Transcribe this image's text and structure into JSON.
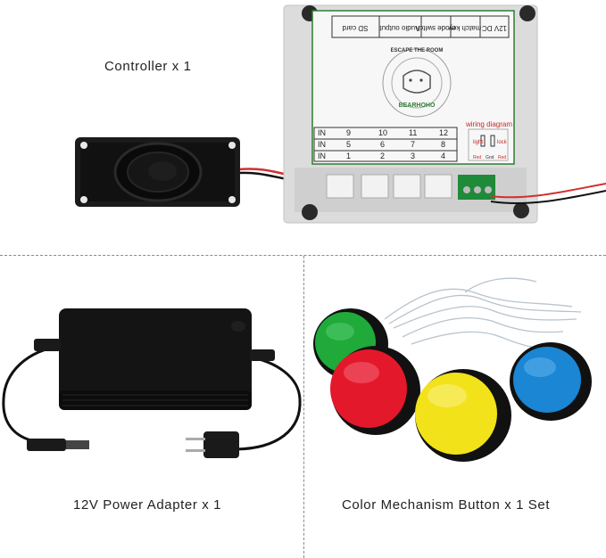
{
  "captions": {
    "controller": "Controller x 1",
    "adapter": "12V Power Adapter x 1",
    "buttons": "Color Mechanism Button x 1 Set"
  },
  "controller_panel": {
    "header_cells": [
      "SD card",
      "Audio output",
      "mode switch",
      "match key",
      "12V DC"
    ],
    "logo_top": "ESCAPE THE ROOM",
    "logo_bottom": "BEARHOHO",
    "wiring_title": "wiring diagram",
    "wiring_labels": [
      "light",
      "lock",
      "Red",
      "Gnd",
      "Red"
    ],
    "input_rows": [
      {
        "label": "IN",
        "values": [
          "9",
          "10",
          "11",
          "12"
        ]
      },
      {
        "label": "IN",
        "values": [
          "5",
          "6",
          "7",
          "8"
        ]
      },
      {
        "label": "IN",
        "values": [
          "1",
          "2",
          "3",
          "4"
        ]
      }
    ]
  },
  "colors": {
    "panel_border": "#2e7d32",
    "wiring_red": "#c62828",
    "button_green": "#1faa3a",
    "button_red": "#e4182b",
    "button_yellow": "#f2e21a",
    "button_blue": "#1a86d4"
  }
}
